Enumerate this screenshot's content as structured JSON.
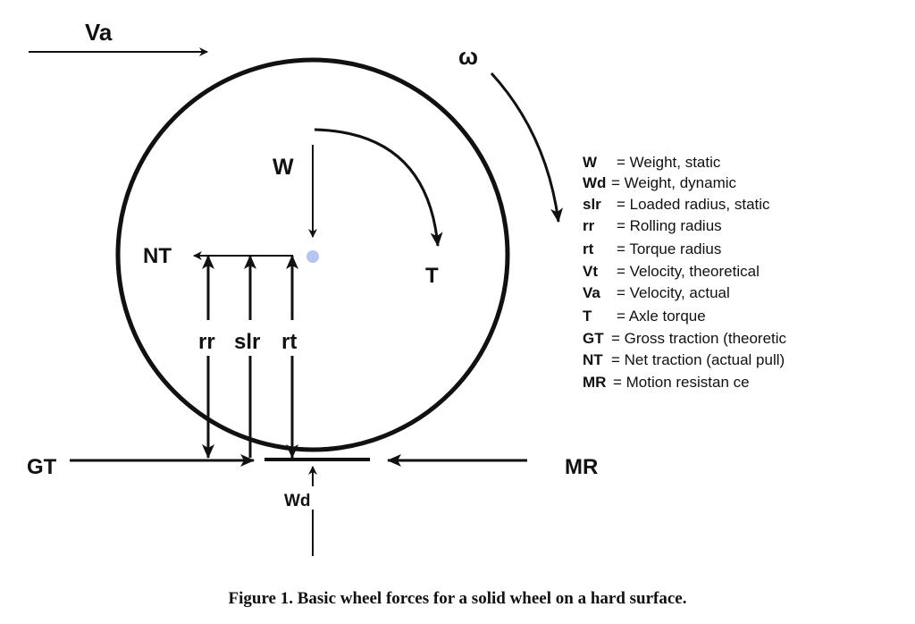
{
  "labels": {
    "va": "Va",
    "omega": "ω",
    "w": "W",
    "nt": "NT",
    "t": "T",
    "rr": "rr",
    "slr": "slr",
    "rt": "rt",
    "gt": "GT",
    "mr": "MR",
    "wd": "Wd"
  },
  "legend": [
    {
      "key": "W",
      "desc": "= Weight, static"
    },
    {
      "key": "Wd",
      "desc": "= Weight, dynamic"
    },
    {
      "key": "slr",
      "desc": "= Loaded radius, static"
    },
    {
      "key": "rr",
      "desc": "= Rolling radius"
    },
    {
      "key": "rt",
      "desc": "= Torque radius"
    },
    {
      "key": "Vt",
      "desc": "= Velocity, theoretical"
    },
    {
      "key": "Va",
      "desc": "= Velocity, actual"
    },
    {
      "key": "T",
      "desc": "= Axle torque"
    },
    {
      "key": "GT",
      "desc": "= Gross traction (theoretic"
    },
    {
      "key": "NT",
      "desc": "= Net traction (actual pull)"
    },
    {
      "key": "MR",
      "desc": "= Motion resistan ce"
    }
  ],
  "caption": "Figure 1. Basic wheel forces for a solid wheel on a hard surface.",
  "colors": {
    "ink": "#111111",
    "center_dot": "#b8c4f0"
  }
}
